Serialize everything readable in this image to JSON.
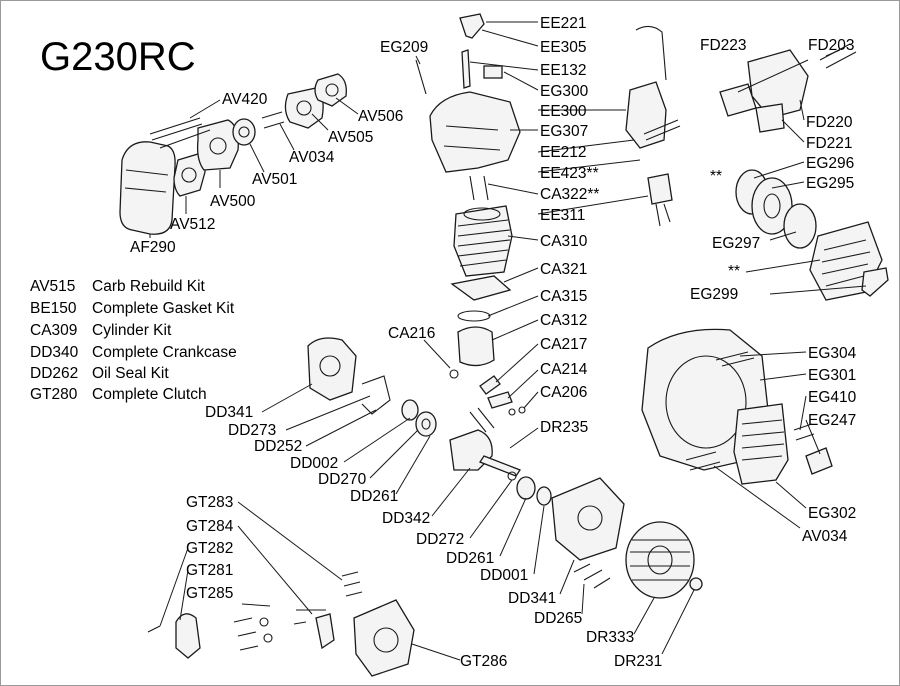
{
  "title": "G230RC",
  "legend": [
    {
      "code": "AV515",
      "desc": "Carb Rebuild Kit"
    },
    {
      "code": "BE150",
      "desc": "Complete Gasket Kit"
    },
    {
      "code": "CA309",
      "desc": "Cylinder Kit"
    },
    {
      "code": "DD340",
      "desc": "Complete Crankcase"
    },
    {
      "code": "DD262",
      "desc": "Oil Seal Kit"
    },
    {
      "code": "GT280",
      "desc": "Complete Clutch"
    }
  ],
  "labels": {
    "AV420": "AV420",
    "AV506": "AV506",
    "AV505": "AV505",
    "AV034a": "AV034",
    "AV501": "AV501",
    "AV500": "AV500",
    "AV512": "AV512",
    "AF290": "AF290",
    "EG209": "EG209",
    "EE221": "EE221",
    "EE305": "EE305",
    "EE132": "EE132",
    "EG300": "EG300",
    "EE300": "EE300",
    "EG307": "EG307",
    "EE212": "EE212",
    "EE423": "EE423**",
    "CA322": "CA322**",
    "EE311": "EE311",
    "CA310": "CA310",
    "CA321": "CA321",
    "CA315": "CA315",
    "CA312": "CA312",
    "CA216": "CA216",
    "CA217": "CA217",
    "CA214": "CA214",
    "CA206": "CA206",
    "DR235": "DR235",
    "FD223": "FD223",
    "FD203": "FD203",
    "FD220": "FD220",
    "FD221": "FD221",
    "EG296": "EG296",
    "EG295": "EG295",
    "EG297": "EG297",
    "EG299": "EG299",
    "star1": "**",
    "star2": "**",
    "EG304": "EG304",
    "EG301": "EG301",
    "EG410": "EG410",
    "EG247": "EG247",
    "EG302": "EG302",
    "AV034b": "AV034",
    "DD341a": "DD341",
    "DD273": "DD273",
    "DD252": "DD252",
    "DD002": "DD002",
    "DD270": "DD270",
    "DD261a": "DD261",
    "DD342": "DD342",
    "DD272": "DD272",
    "DD261b": "DD261",
    "DD001": "DD001",
    "DD341b": "DD341",
    "DD265": "DD265",
    "DR333": "DR333",
    "DR231": "DR231",
    "GT283": "GT283",
    "GT284": "GT284",
    "GT282": "GT282",
    "GT281": "GT281",
    "GT285": "GT285",
    "GT286": "GT286"
  }
}
